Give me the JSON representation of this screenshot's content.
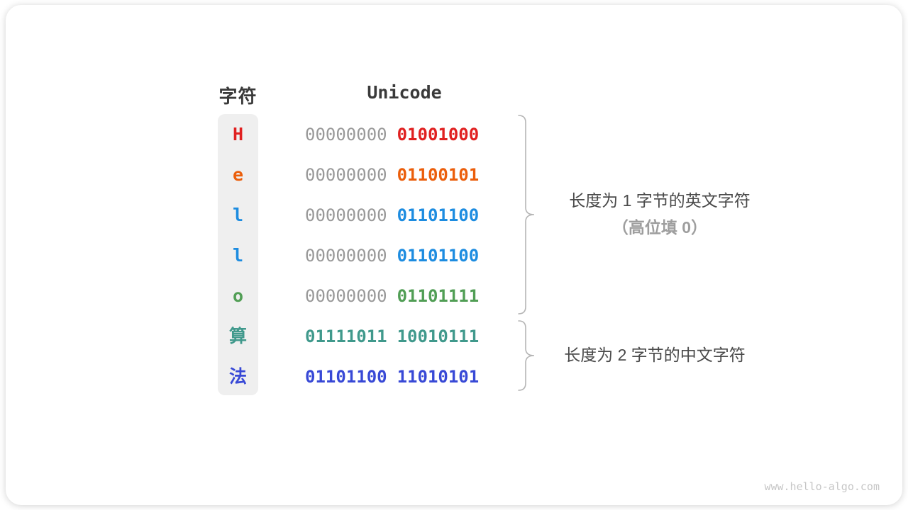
{
  "header": {
    "char_col": "字符",
    "unicode_col": "Unicode"
  },
  "rows": [
    {
      "char": "H",
      "color": "#e02020",
      "byte1": "00000000",
      "byte2": "01001000",
      "byte1_gray": true
    },
    {
      "char": "e",
      "color": "#eb5e0b",
      "byte1": "00000000",
      "byte2": "01100101",
      "byte1_gray": true
    },
    {
      "char": "l",
      "color": "#1d8ce0",
      "byte1": "00000000",
      "byte2": "01101100",
      "byte1_gray": true
    },
    {
      "char": "l",
      "color": "#1d8ce0",
      "byte1": "00000000",
      "byte2": "01101100",
      "byte1_gray": true
    },
    {
      "char": "o",
      "color": "#519e55",
      "byte1": "00000000",
      "byte2": "01101111",
      "byte1_gray": true
    },
    {
      "char": "算",
      "color": "#40998c",
      "byte1": "01111011",
      "byte2": "10010111",
      "byte1_gray": false
    },
    {
      "char": "法",
      "color": "#3849d6",
      "byte1": "01101100",
      "byte2": "11010101",
      "byte1_gray": false
    }
  ],
  "annotations": {
    "group1": {
      "line1": "长度为 1 字节的英文字符",
      "line2": "（高位填 0）"
    },
    "group2": {
      "line1": "长度为 2 字节的中文字符"
    }
  },
  "watermark": "www.hello-algo.com",
  "colors": {
    "gray_byte": "#999999",
    "brace": "#b5b5b5",
    "column_bg": "#efefef",
    "header_text": "#3a3a3a"
  }
}
